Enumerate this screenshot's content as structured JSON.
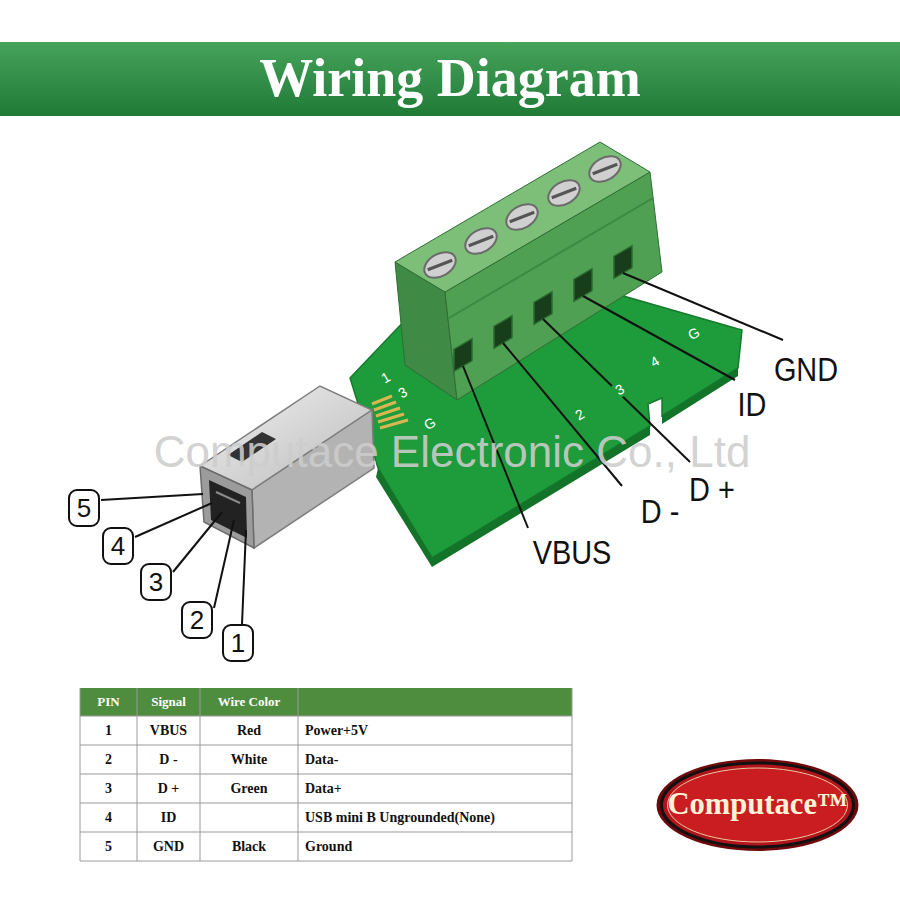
{
  "diagram": {
    "title": "Wiring Diagram",
    "nodes": [
      {
        "text": [
          "Computace™"
        ]
      }
    ],
    "labels": [
      "5",
      "4",
      "3",
      "2",
      "1",
      "1",
      "3",
      "G",
      "2",
      "3",
      "4",
      "G",
      "Computace Electronic Co., Ltd",
      "VBUS",
      "D -",
      "D +",
      "ID",
      "GND",
      "PIN",
      "Signal",
      "Wire Color",
      "1",
      "VBUS",
      "Red",
      "Power+5V",
      "2",
      "D -",
      "White",
      "Data-",
      "3",
      "D +",
      "Green",
      "Data+",
      "4",
      "ID",
      "",
      "USB mini B Ungrounded(None)",
      "5",
      "GND",
      "Black",
      "Ground"
    ]
  }
}
